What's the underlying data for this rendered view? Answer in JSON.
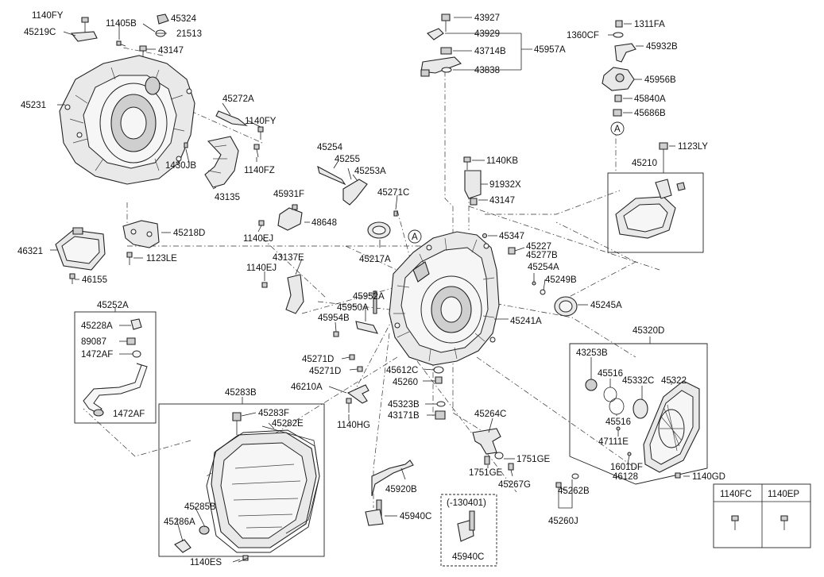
{
  "labels": {
    "l_1140FY_a": "1140FY",
    "l_45324": "45324",
    "l_45219C": "45219C",
    "l_11405B": "11405B",
    "l_21513": "21513",
    "l_43147_a": "43147",
    "l_45231": "45231",
    "l_45272A": "45272A",
    "l_1140FY_b": "1140FY",
    "l_1430JB": "1430JB",
    "l_1140FZ": "1140FZ",
    "l_43135": "43135",
    "l_45218D": "45218D",
    "l_46321": "46321",
    "l_1123LE": "1123LE",
    "l_46155": "46155",
    "l_45252A": "45252A",
    "l_45228A": "45228A",
    "l_89087": "89087",
    "l_1472AF_a": "1472AF",
    "l_1472AF_b": "1472AF",
    "l_45283B": "45283B",
    "l_45283F": "45283F",
    "l_45282E": "45282E",
    "l_45285B": "45285B",
    "l_45286A": "45286A",
    "l_1140ES": "1140ES",
    "l_43927": "43927",
    "l_43929": "43929",
    "l_43714B": "43714B",
    "l_43838": "43838",
    "l_45957A": "45957A",
    "l_1311FA": "1311FA",
    "l_1360CF": "1360CF",
    "l_45932B": "45932B",
    "l_45956B": "45956B",
    "l_45840A": "45840A",
    "l_45686B": "45686B",
    "l_1123LY": "1123LY",
    "l_45210": "45210",
    "l_45254": "45254",
    "l_45255": "45255",
    "l_45253A": "45253A",
    "l_1140KB": "1140KB",
    "l_91932X": "91932X",
    "l_45271C": "45271C",
    "l_45931F": "45931F",
    "l_43147_b": "43147",
    "l_48648": "48648",
    "l_1140EJ_a": "1140EJ",
    "l_45217A": "45217A",
    "l_45347": "45347",
    "l_45227": "45227",
    "l_45277B": "45277B",
    "l_43137E": "43137E",
    "l_1140EJ_b": "1140EJ",
    "l_45254A": "45254A",
    "l_45249B": "45249B",
    "l_45952A": "45952A",
    "l_45950A": "45950A",
    "l_45245A": "45245A",
    "l_45954B": "45954B",
    "l_45241A": "45241A",
    "l_45320D": "45320D",
    "l_45271D_a": "45271D",
    "l_45271D_b": "45271D",
    "l_45612C": "45612C",
    "l_45260_a": "45260",
    "l_46210A": "46210A",
    "l_45323B": "45323B",
    "l_43171B": "43171B",
    "l_1140HG": "1140HG",
    "l_45264C": "45264C",
    "l_43253B": "43253B",
    "l_45516_a": "45516",
    "l_45332C": "45332C",
    "l_45322": "45322",
    "l_45516_b": "45516",
    "l_47111E": "47111E",
    "l_1751GE_a": "1751GE",
    "l_1751GE_b": "1751GE",
    "l_45267G": "45267G",
    "l_1601DF": "1601DF",
    "l_46128": "46128",
    "l_1140GD": "1140GD",
    "l_45920B": "45920B",
    "l_45940C_a": "45940C",
    "l_130401": "(-130401)",
    "l_45940C_b": "45940C",
    "l_45262B": "45262B",
    "l_45260J": "45260J",
    "circle_a1": "A",
    "circle_a2": "A"
  },
  "legend": {
    "col1": "1140FC",
    "col2": "1140EP"
  }
}
